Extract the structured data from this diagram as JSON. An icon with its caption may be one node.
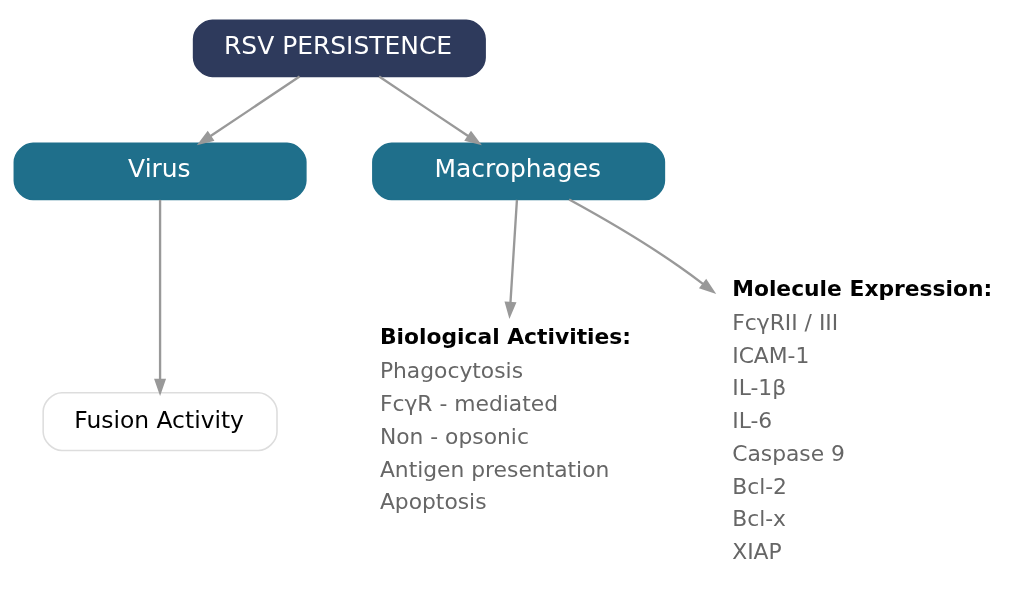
{
  "diagram": {
    "nodes": [
      {
        "text": [
          "RSV PERSISTENCE"
        ]
      },
      {
        "text": [
          "Virus"
        ]
      },
      {
        "text": [
          "Macrophages"
        ]
      },
      {
        "text": [
          "Fusion Activity"
        ]
      },
      {
        "text": [
          "Biological Activities:",
          "Phagocytosis",
          "FcγR - mediated",
          "Non - opsonic",
          "Antigen presentation",
          "Apoptosis"
        ]
      },
      {
        "text": [
          "Molecule Expression:",
          "FcγRII / III",
          "ICAM-1",
          "IL-1β",
          "IL-6",
          "Caspase 9",
          "Bcl-2",
          "Bcl-x",
          "XIAP"
        ]
      }
    ],
    "edges": [
      {
        "from": 0,
        "to": 1,
        "arrow": "to"
      },
      {
        "from": 0,
        "to": 2,
        "arrow": "to"
      },
      {
        "from": 1,
        "to": 3,
        "arrow": "to"
      },
      {
        "from": 2,
        "to": 4,
        "arrow": "to"
      },
      {
        "from": 2,
        "to": 5,
        "arrow": "to"
      }
    ]
  }
}
